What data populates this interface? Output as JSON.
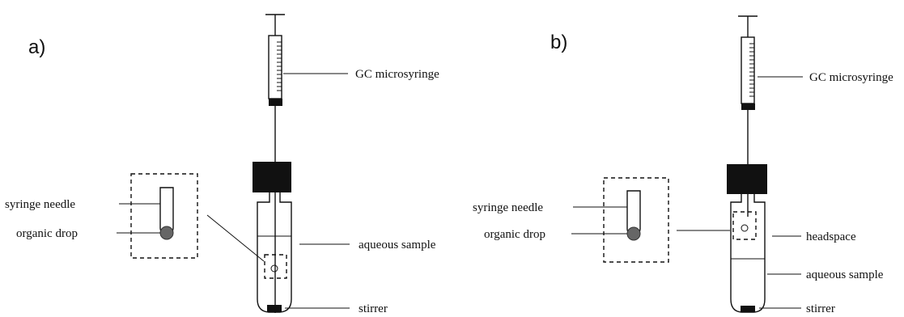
{
  "panels": [
    {
      "letter": "a)",
      "labels": {
        "microsyringe": "GC microsyringe",
        "syringe_needle": "syringe needle",
        "organic_drop": "organic drop",
        "aqueous_sample": "aqueous sample",
        "stirrer": "stirrer"
      }
    },
    {
      "letter": "b)",
      "labels": {
        "microsyringe": "GC microsyringe",
        "syringe_needle": "syringe needle",
        "organic_drop": "organic drop",
        "headspace": "headspace",
        "aqueous_sample": "aqueous sample",
        "stirrer": "stirrer"
      }
    }
  ],
  "colors": {
    "ink": "#111111",
    "drop": "#666666",
    "background": "#ffffff"
  }
}
